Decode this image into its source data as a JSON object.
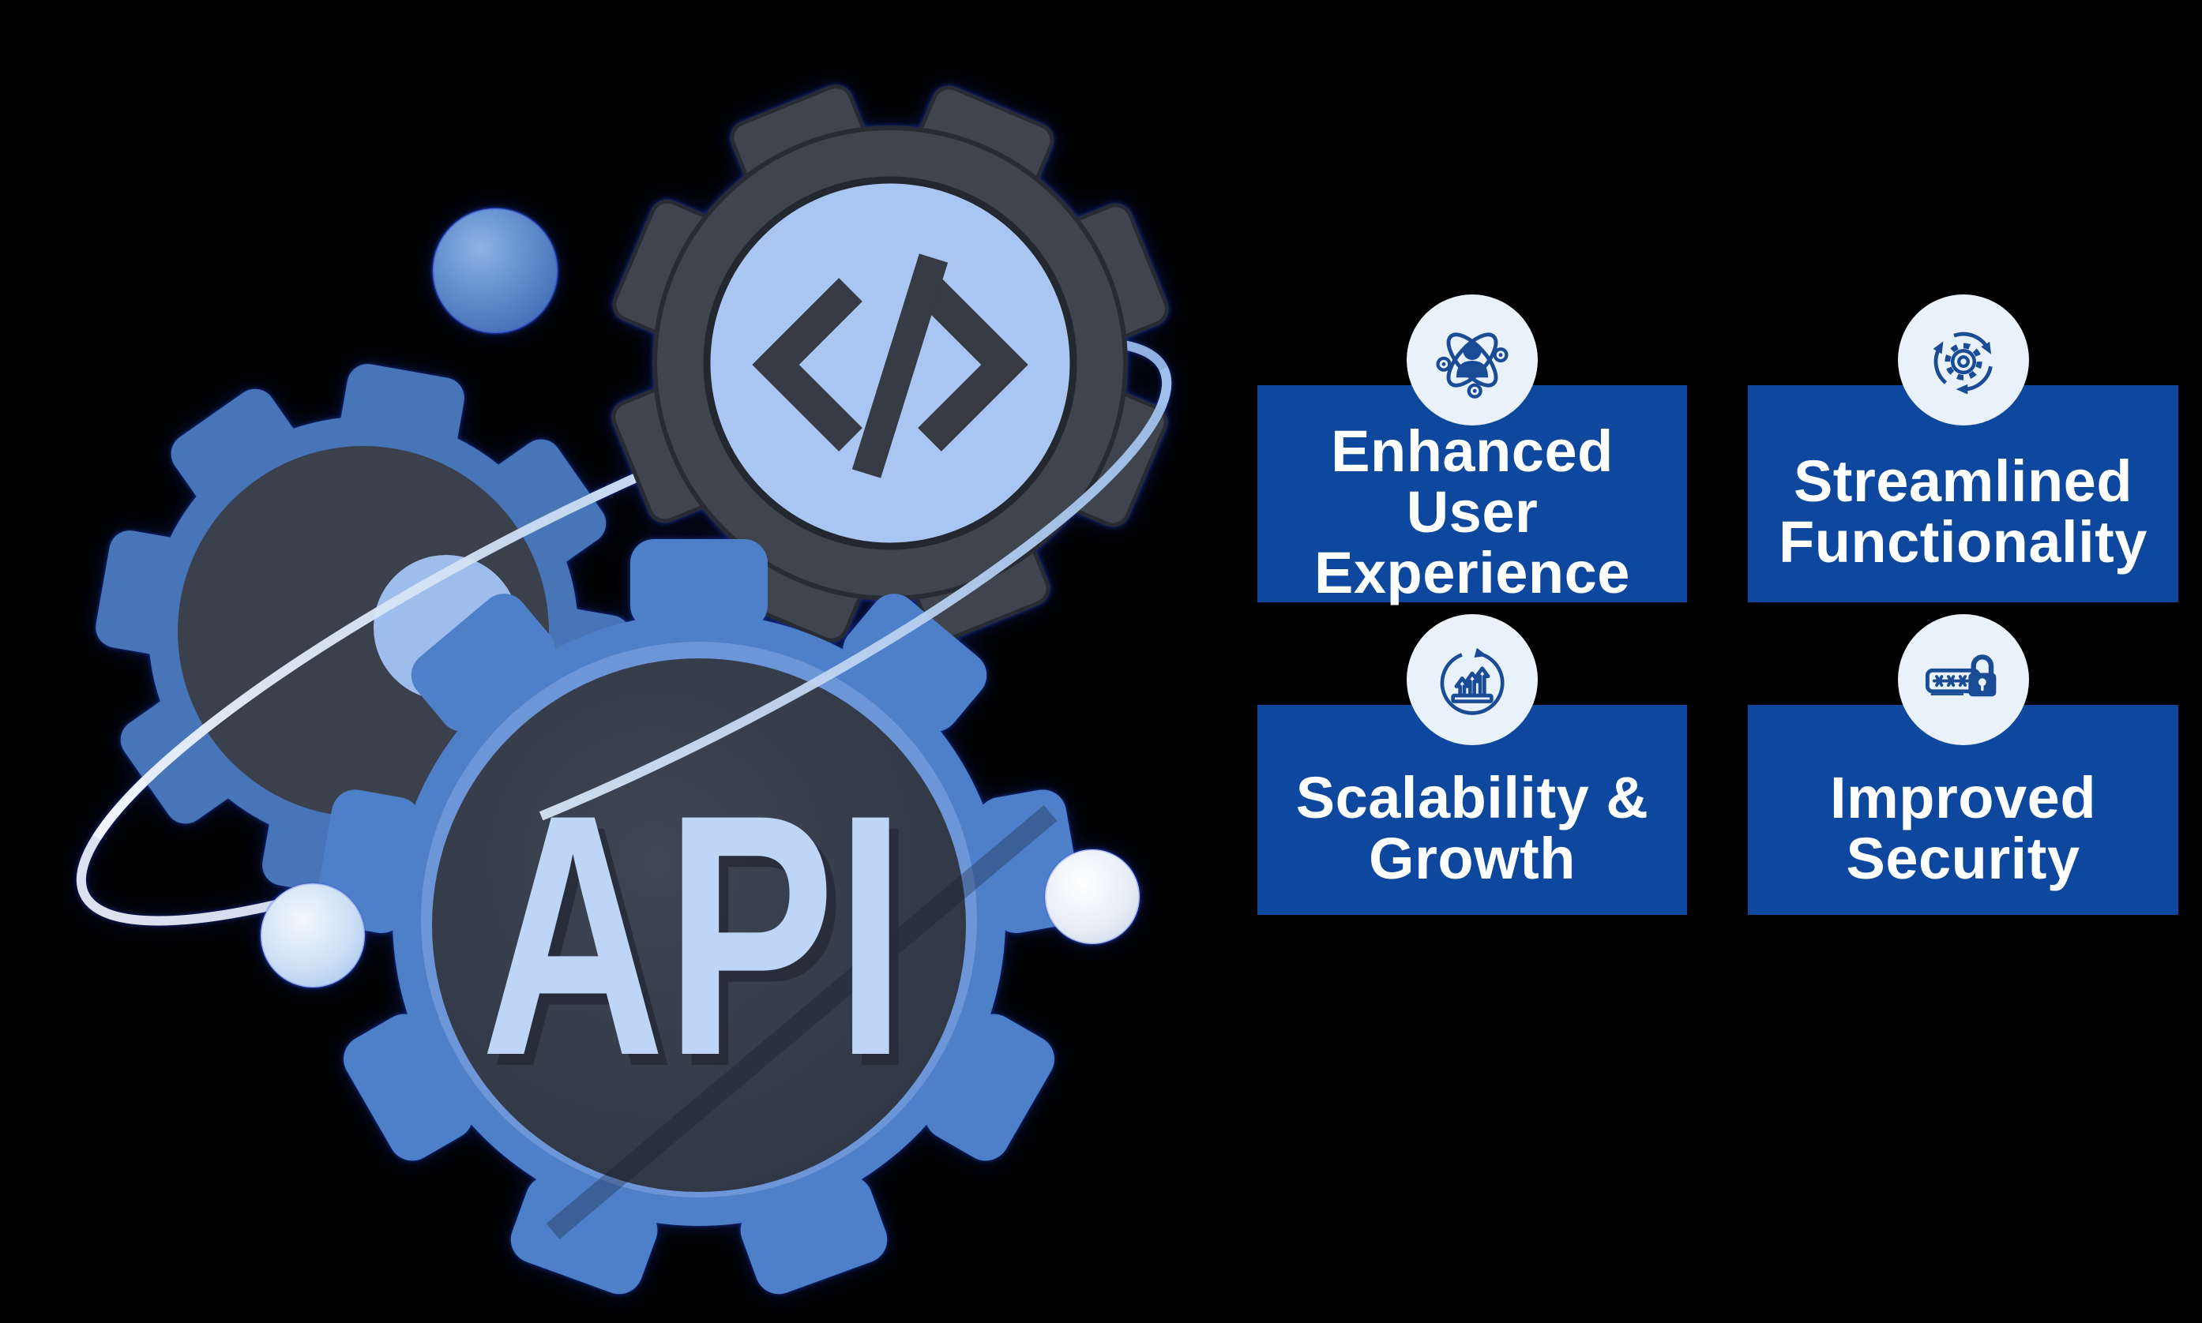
{
  "colors": {
    "background": "#000000",
    "card_blue": "#0D479E",
    "icon_circle_bg": "#E9F2FA",
    "icon_blue": "#1A4C96",
    "title_text": "#FFFFFF",
    "gear_blue": "#4E80C9",
    "gear_dark": "#3F454F",
    "api_letters": "#A8C6F2"
  },
  "illustration": {
    "api_label": "API",
    "code_symbol": "</>",
    "elements": [
      "blue-gear-api",
      "dark-gear-code",
      "blue-gear-left",
      "orbit-ring",
      "blue-sphere",
      "light-sphere",
      "white-sphere"
    ]
  },
  "cards": [
    {
      "name": "enhanced-user-experience",
      "icon": "atom-user-icon",
      "lines": [
        "Enhanced",
        "User",
        "Experience"
      ]
    },
    {
      "name": "streamlined-functionality",
      "icon": "sync-gear-icon",
      "lines": [
        "Streamlined",
        "Functionality"
      ]
    },
    {
      "name": "scalability-growth",
      "icon": "growth-arrows-icon",
      "lines": [
        "Scalability &",
        "Growth"
      ]
    },
    {
      "name": "improved-security",
      "icon": "password-lock-icon",
      "lines": [
        "Improved",
        "Security"
      ]
    }
  ]
}
